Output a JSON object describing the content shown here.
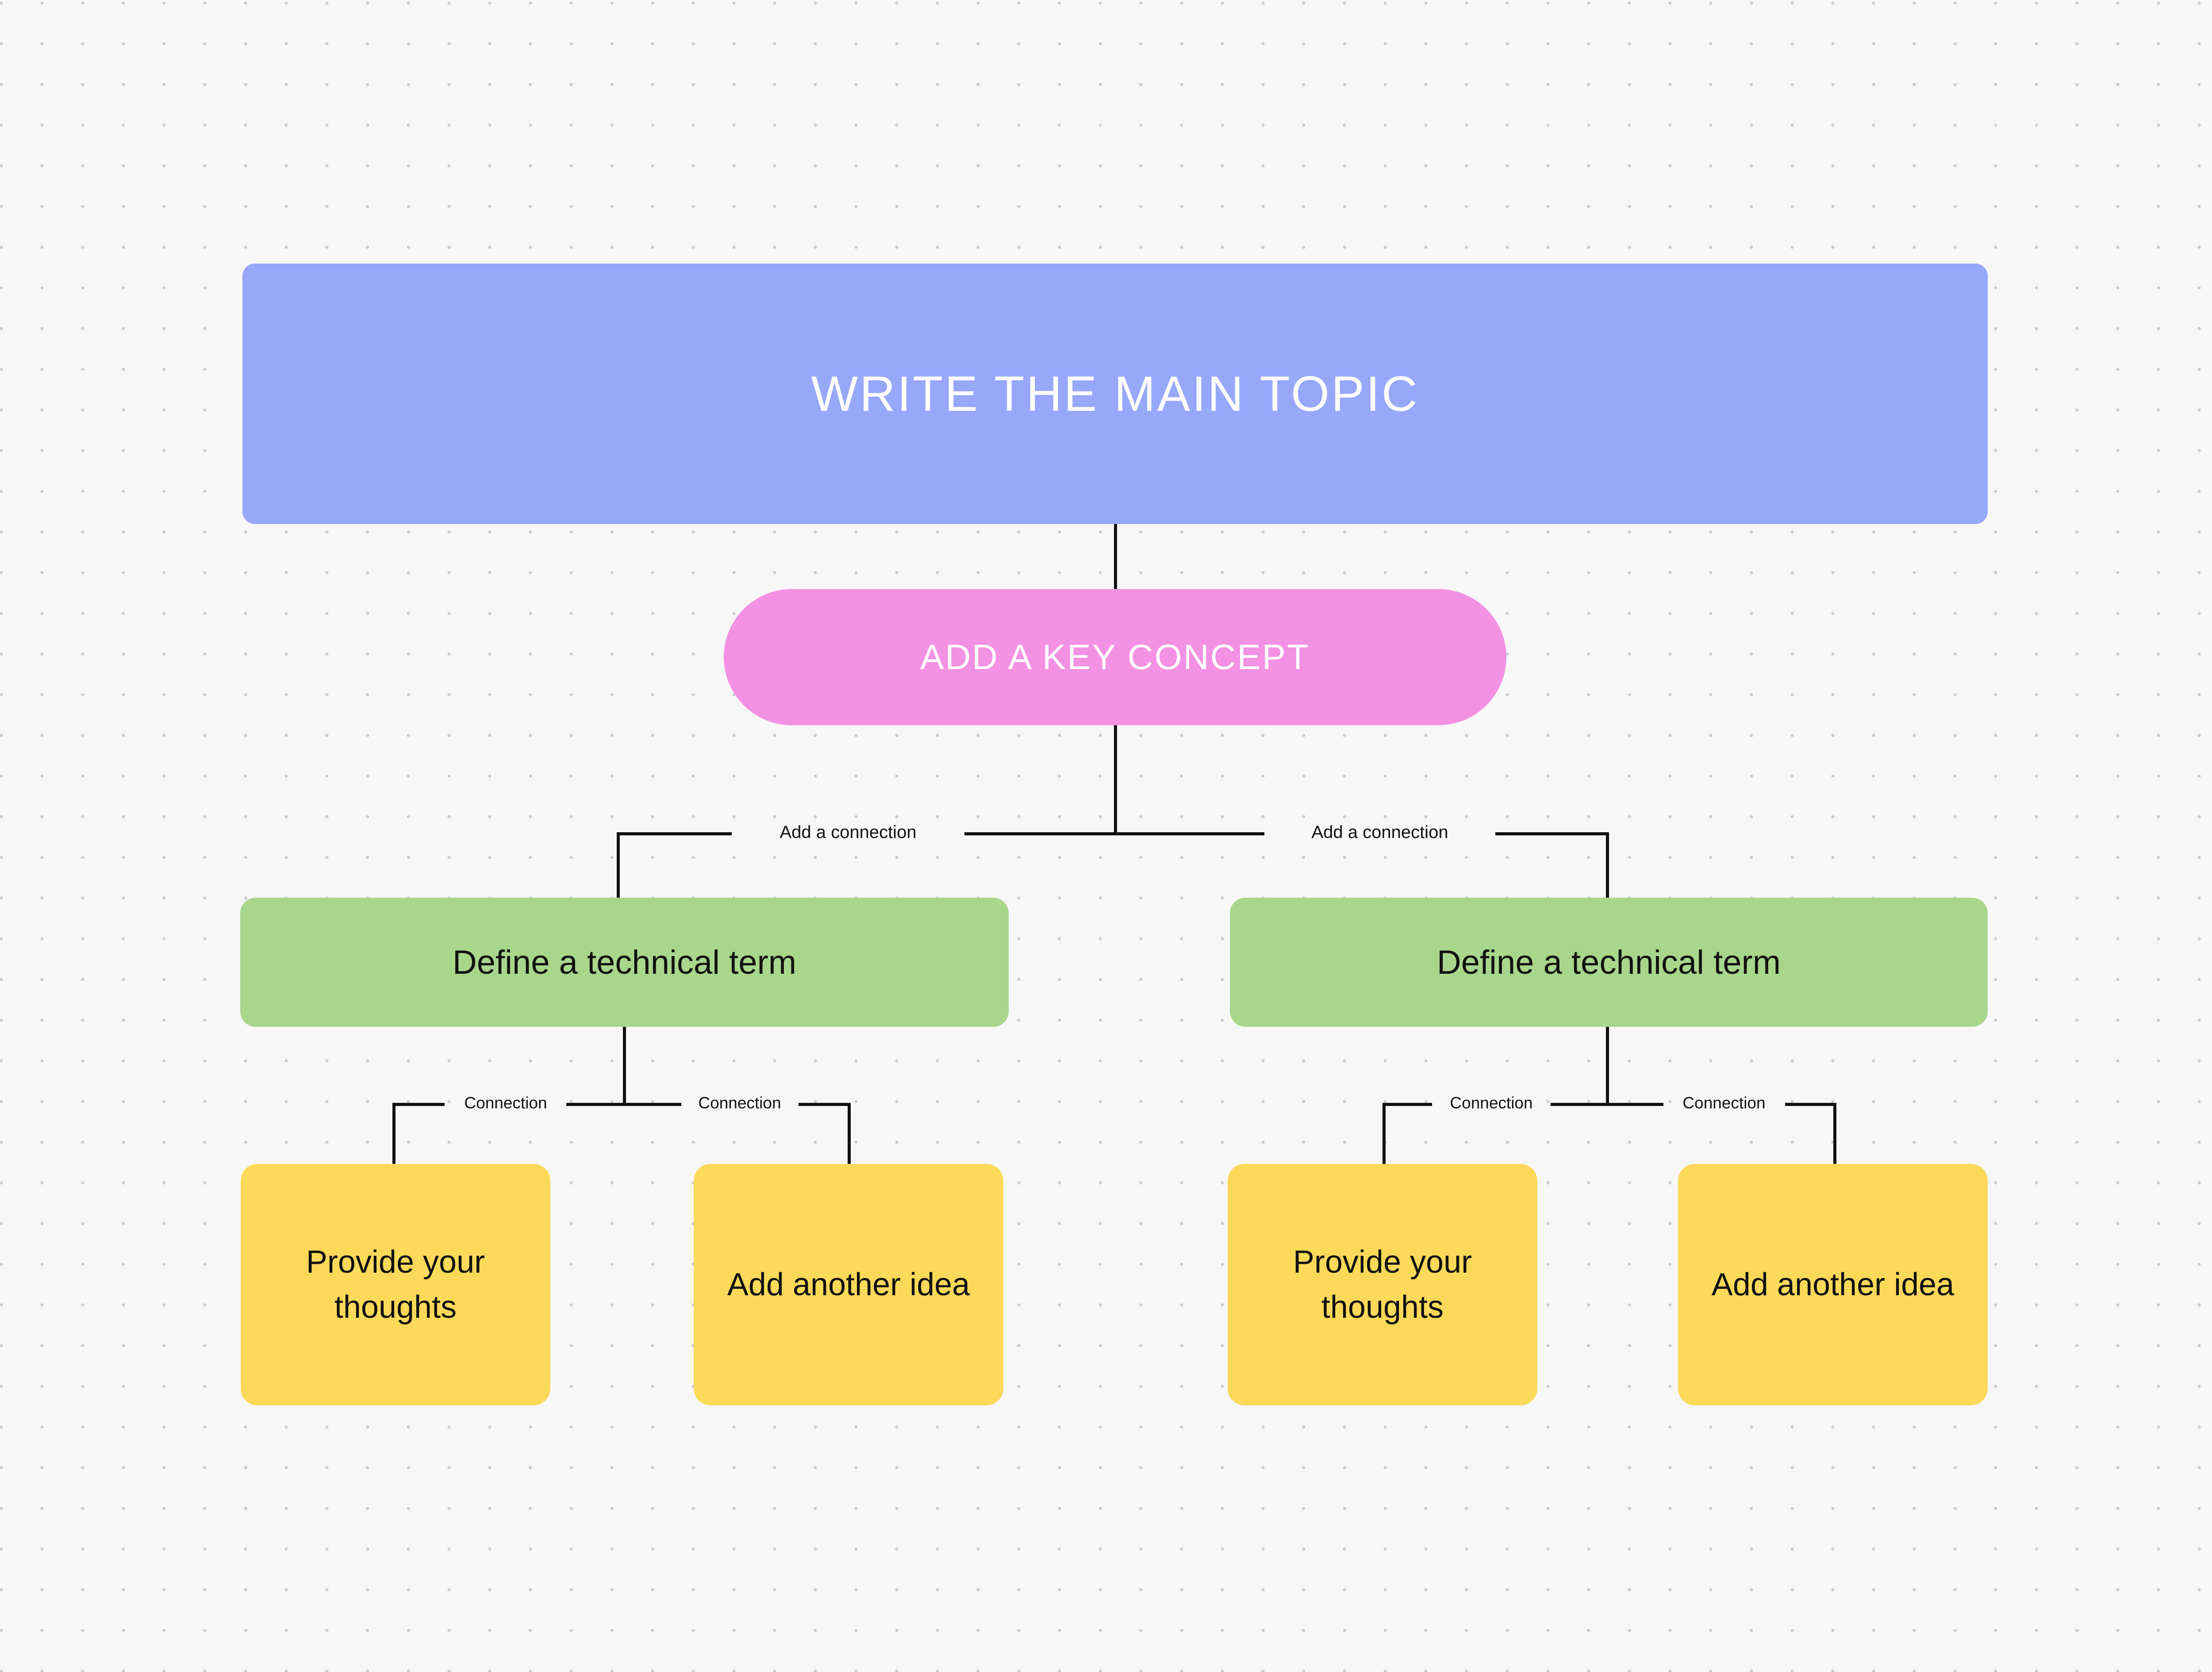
{
  "canvas": {
    "background_color": "#f7f7f8",
    "dot_color": "#c8cbd0",
    "connector_color": "#111111"
  },
  "diagram": {
    "type": "mind-map",
    "title": "WRITE THE MAIN TOPIC",
    "root": {
      "label": "WRITE THE MAIN TOPIC",
      "color": "#97a7fa",
      "text_color": "#ffffff",
      "shape": "rounded-rectangle"
    },
    "key_concept": {
      "label": "ADD A KEY CONCEPT",
      "color": "#f391e3",
      "text_color": "#ffffff",
      "shape": "pill"
    },
    "edge_labels": {
      "level2_left": "Add a connection",
      "level2_right": "Add a connection",
      "level3_a": "Connection",
      "level3_b": "Connection",
      "level3_c": "Connection",
      "level3_d": "Connection"
    },
    "branches": [
      {
        "label": "Define a technical term",
        "color": "#a8d68b",
        "text_color": "#111111",
        "children": [
          {
            "label": "Provide your thoughts",
            "color": "#fcd959",
            "text_color": "#111111"
          },
          {
            "label": "Add another idea",
            "color": "#fcd959",
            "text_color": "#111111"
          }
        ]
      },
      {
        "label": "Define a technical term",
        "color": "#a8d68b",
        "text_color": "#111111",
        "children": [
          {
            "label": "Provide your thoughts",
            "color": "#fcd959",
            "text_color": "#111111"
          },
          {
            "label": "Add another idea",
            "color": "#fcd959",
            "text_color": "#111111"
          }
        ]
      }
    ]
  }
}
